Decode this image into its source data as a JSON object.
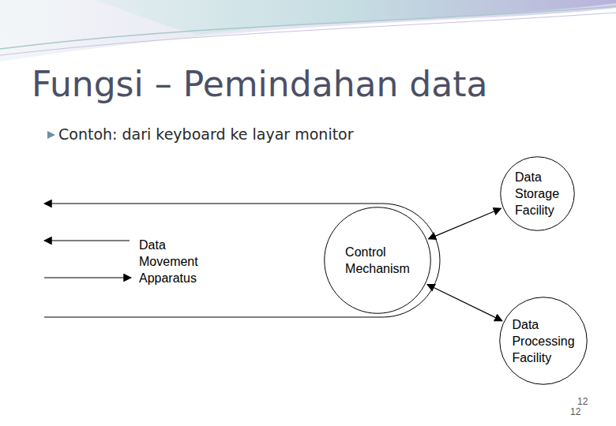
{
  "diagram": {
    "title": "Fungsi – Pemindahan data",
    "nodes": [
      {
        "text": [
          "Data Movement Apparatus"
        ]
      },
      {
        "text": [
          "Control Mechanism"
        ]
      },
      {
        "text": [
          "Data Storage Facility"
        ]
      },
      {
        "text": [
          "Data Processing Facility"
        ]
      }
    ],
    "edges": [
      {
        "from": 1,
        "to": 2,
        "arrow": "both"
      },
      {
        "from": 1,
        "to": 3,
        "arrow": "both"
      }
    ],
    "labels": [
      "Contoh: dari keyboard ke layar monitor",
      "12",
      "12"
    ]
  }
}
